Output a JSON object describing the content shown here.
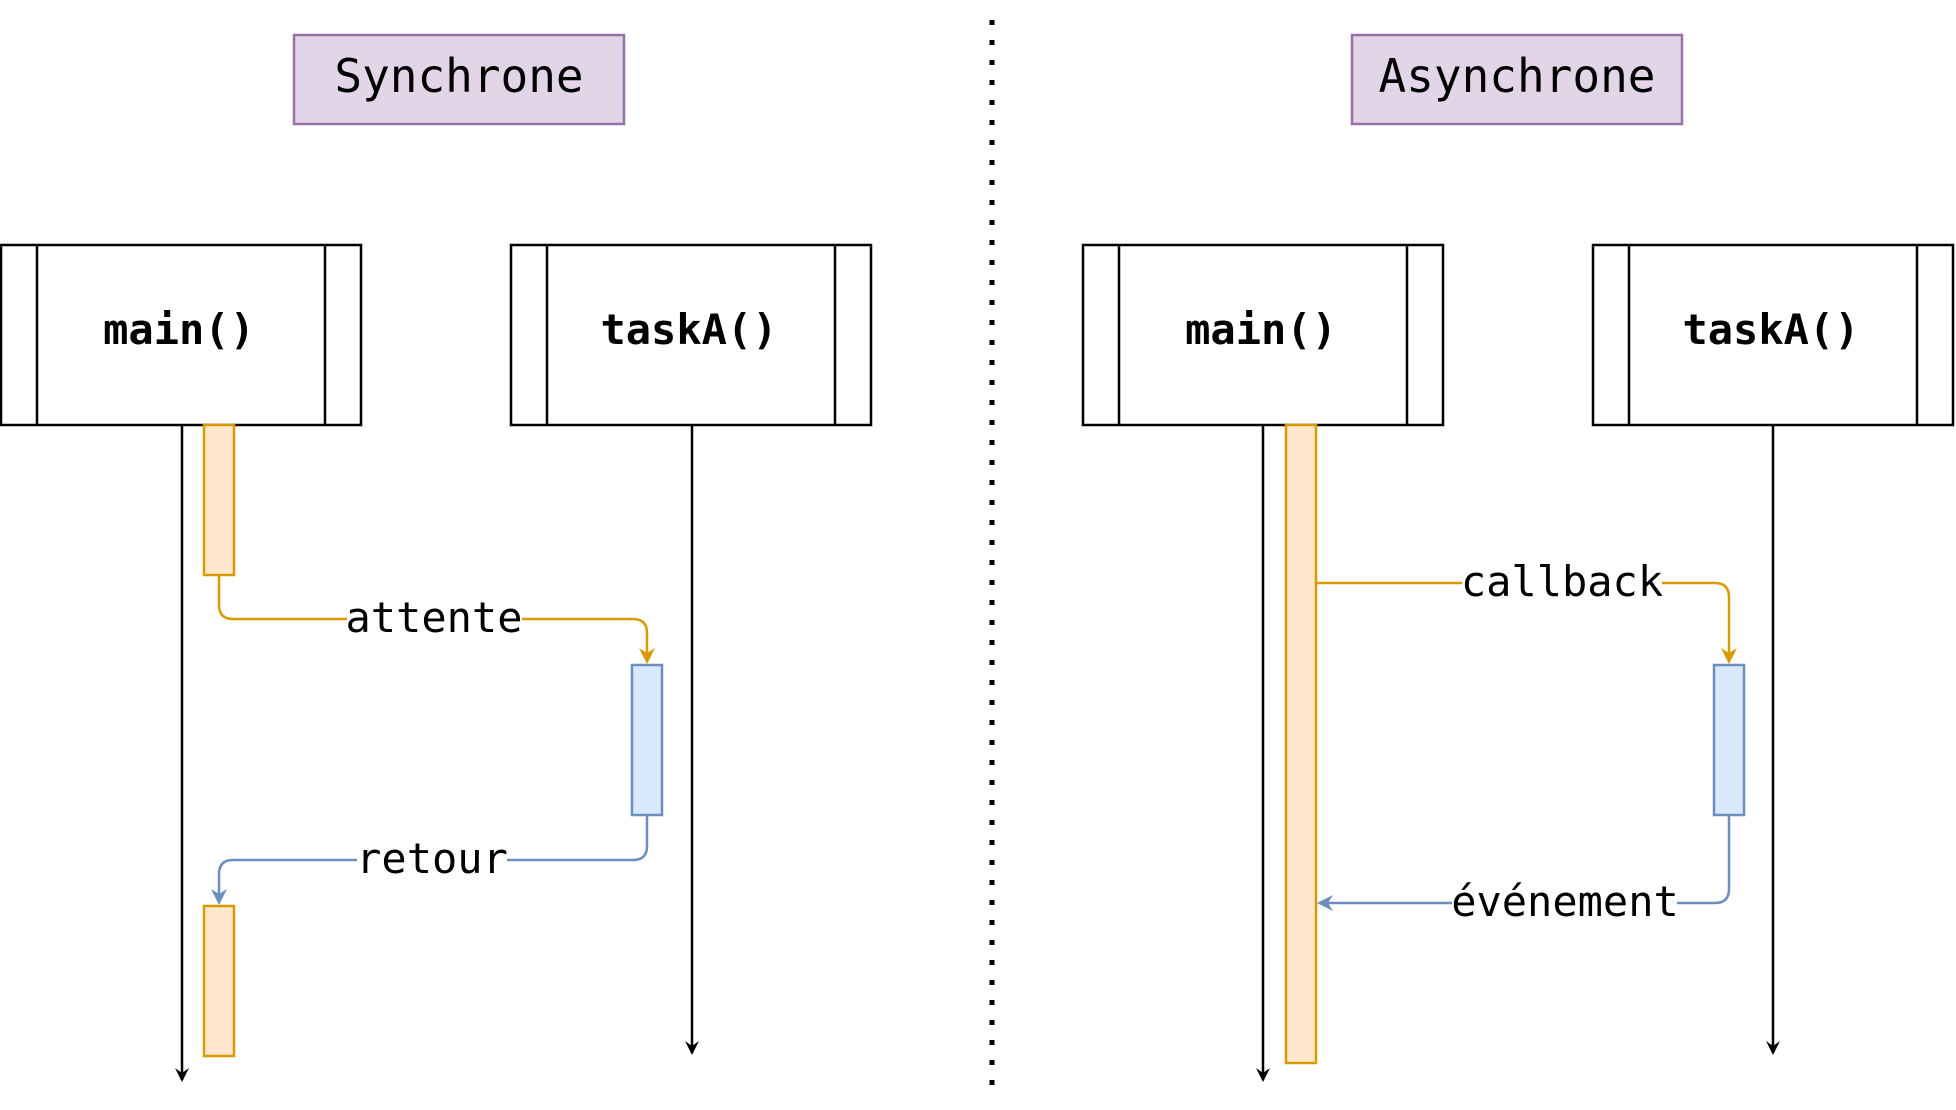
{
  "titles": {
    "sync": "Synchrone",
    "async": "Asynchrone"
  },
  "sync": {
    "process_main": "main()",
    "process_task": "taskA()",
    "message_call": "attente",
    "message_return": "retour"
  },
  "async": {
    "process_main": "main()",
    "process_task": "taskA()",
    "message_call": "callback",
    "message_return": "événement"
  },
  "colors": {
    "title_fill": "#e1d5e7",
    "title_stroke": "#9673a6",
    "main_activation_fill": "#ffe6cc",
    "main_activation_stroke": "#d79b00",
    "task_activation_fill": "#dae8fc",
    "task_activation_stroke": "#6c8ebf",
    "call_arrow": "#d79b00",
    "return_arrow": "#6c8ebf",
    "lifeline": "#000000"
  }
}
